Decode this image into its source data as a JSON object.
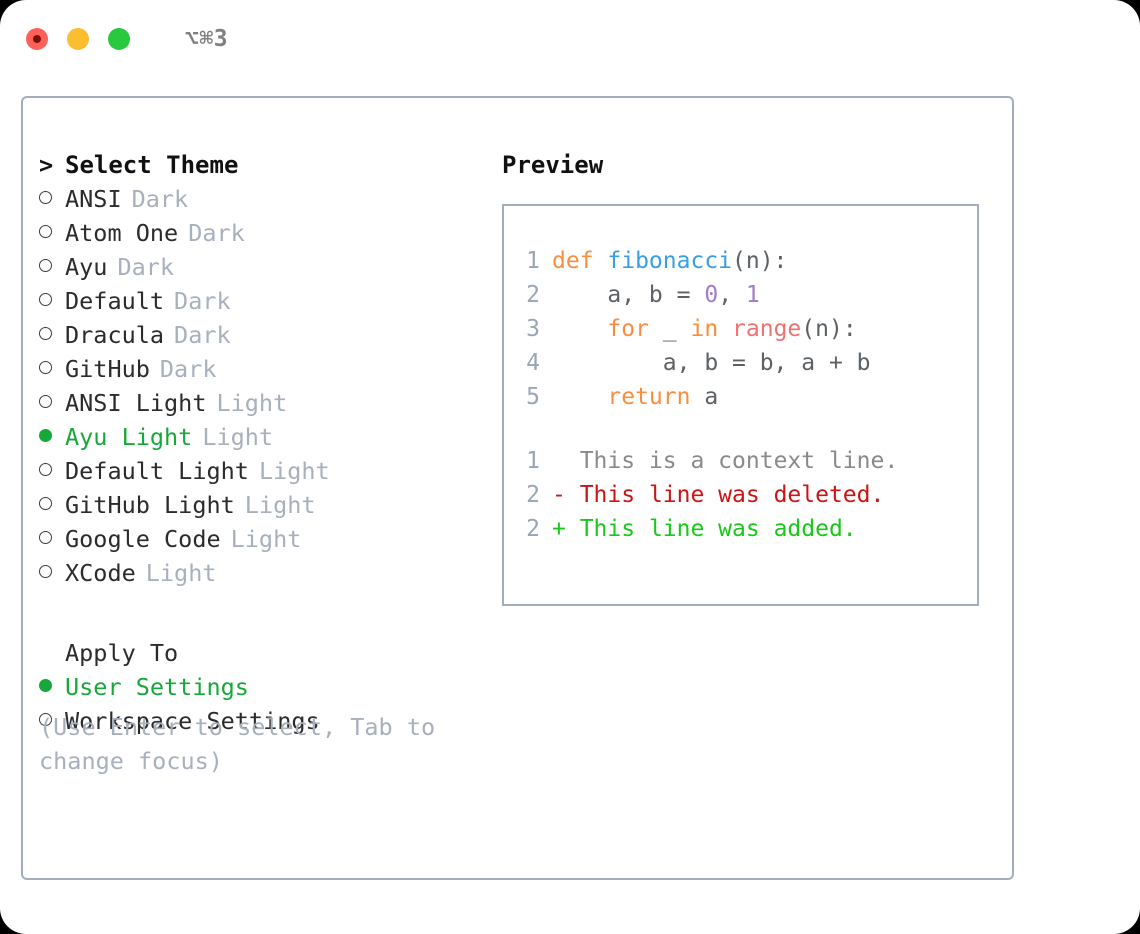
{
  "titlebar": {
    "shortcut": "⌥⌘3",
    "buttons": {
      "close": "close",
      "minimize": "minimize",
      "maximize": "maximize"
    }
  },
  "theme_picker": {
    "heading": "Select Theme",
    "caret": ">",
    "bullet_selected": "●",
    "bullet_unselected": "○",
    "items": [
      {
        "name": "ANSI",
        "variant": "Dark",
        "selected": false
      },
      {
        "name": "Atom One",
        "variant": "Dark",
        "selected": false
      },
      {
        "name": "Ayu",
        "variant": "Dark",
        "selected": false
      },
      {
        "name": "Default",
        "variant": "Dark",
        "selected": false
      },
      {
        "name": "Dracula",
        "variant": "Dark",
        "selected": false
      },
      {
        "name": "GitHub",
        "variant": "Dark",
        "selected": false
      },
      {
        "name": "ANSI Light",
        "variant": "Light",
        "selected": false
      },
      {
        "name": "Ayu Light",
        "variant": "Light",
        "selected": true
      },
      {
        "name": "Default Light",
        "variant": "Light",
        "selected": false
      },
      {
        "name": "GitHub Light",
        "variant": "Light",
        "selected": false
      },
      {
        "name": "Google Code",
        "variant": "Light",
        "selected": false
      },
      {
        "name": "XCode",
        "variant": "Light",
        "selected": false
      }
    ]
  },
  "apply_to": {
    "heading": "Apply To",
    "items": [
      {
        "name": "User Settings",
        "selected": true
      },
      {
        "name": "Workspace Settings",
        "selected": false
      }
    ]
  },
  "hint": "(Use Enter to select, Tab to change focus)",
  "preview": {
    "title": "Preview",
    "code_lines": [
      {
        "no": "1",
        "tokens": [
          {
            "t": "def ",
            "c": "tok-kw"
          },
          {
            "t": "fibonacci",
            "c": "tok-fn"
          },
          {
            "t": "(n):",
            "c": "tok-plain"
          }
        ]
      },
      {
        "no": "2",
        "tokens": [
          {
            "t": "    a, b = ",
            "c": "tok-plain"
          },
          {
            "t": "0",
            "c": "tok-num"
          },
          {
            "t": ", ",
            "c": "tok-plain"
          },
          {
            "t": "1",
            "c": "tok-num"
          }
        ]
      },
      {
        "no": "3",
        "tokens": [
          {
            "t": "    ",
            "c": "tok-plain"
          },
          {
            "t": "for",
            "c": "tok-kw"
          },
          {
            "t": " _ ",
            "c": "tok-plain"
          },
          {
            "t": "in",
            "c": "tok-kw"
          },
          {
            "t": " ",
            "c": "tok-plain"
          },
          {
            "t": "range",
            "c": "tok-call"
          },
          {
            "t": "(n):",
            "c": "tok-plain"
          }
        ]
      },
      {
        "no": "4",
        "tokens": [
          {
            "t": "        a, b = b, a + b",
            "c": "tok-plain"
          }
        ]
      },
      {
        "no": "5",
        "tokens": [
          {
            "t": "    ",
            "c": "tok-plain"
          },
          {
            "t": "return",
            "c": "tok-kw"
          },
          {
            "t": " a",
            "c": "tok-plain"
          }
        ]
      }
    ],
    "diff_lines": [
      {
        "no": "1",
        "sign": "  ",
        "text": "This is a context line.",
        "c": "tok-ctx"
      },
      {
        "no": "2",
        "sign": "- ",
        "text": "This line was deleted.",
        "c": "tok-del"
      },
      {
        "no": "2",
        "sign": "+ ",
        "text": "This line was added.",
        "c": "tok-add"
      }
    ]
  },
  "colors": {
    "accent_green": "#16a93a",
    "muted": "#a8b0bd",
    "border": "#a3aebd",
    "keyword": "#fa8d3e",
    "function": "#399ee6",
    "number": "#a37acc",
    "call": "#f07171",
    "diff_deleted": "#cc1414",
    "diff_added": "#19c819"
  }
}
